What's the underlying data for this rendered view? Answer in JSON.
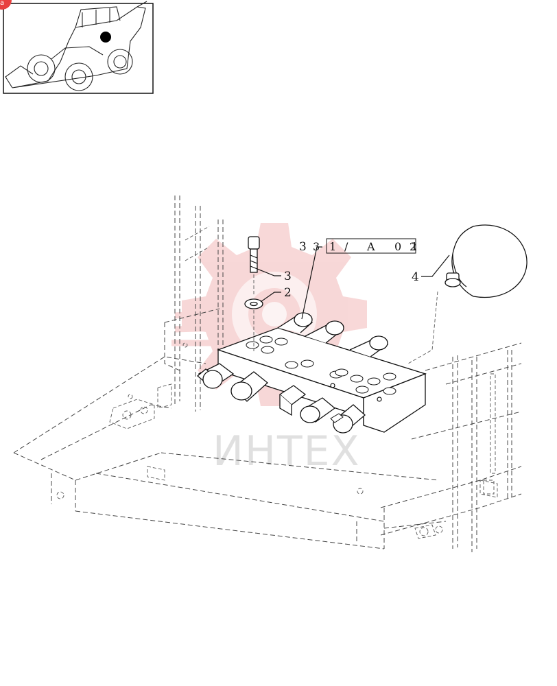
{
  "thumbnail": {
    "corner_badge": "a"
  },
  "callouts": [
    {
      "id": "c3a",
      "label": "3"
    },
    {
      "id": "c2",
      "label": "2"
    },
    {
      "id": "c3b",
      "label": "3"
    },
    {
      "id": "c4",
      "label": "4"
    }
  ],
  "reference_box": {
    "prefix": "3",
    "chars": [
      "1",
      "/",
      "A",
      "0",
      "2"
    ],
    "overstrike": "1"
  },
  "watermark": {
    "text": "ИНТЕХ",
    "color": "#e8a0a0"
  }
}
